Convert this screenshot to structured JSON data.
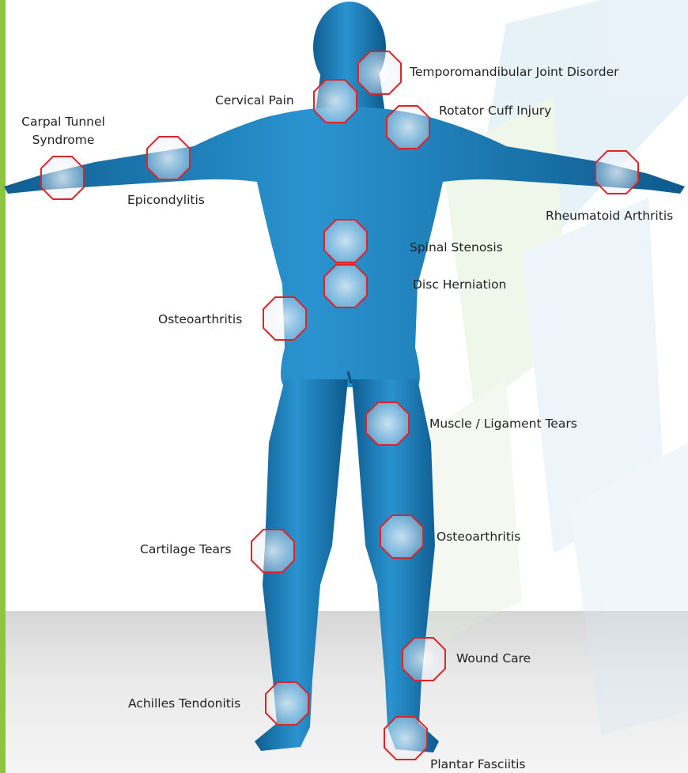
{
  "labels": {
    "tmj": "Temporomandibular Joint Disorder",
    "cervical": "Cervical Pain",
    "rotator": "Rotator Cuff Injury",
    "carpal_line1": "Carpal Tunnel",
    "carpal_line2": "Syndrome",
    "epicondylitis": "Epicondylitis",
    "rheumatoid": "Rheumatoid Arthritis",
    "spinal": "Spinal Stenosis",
    "disc": "Disc Herniation",
    "osteo_hip": "Osteoarthritis",
    "muscle": "Muscle / Ligament Tears",
    "osteo_knee": "Osteoarthritis",
    "cartilage": "Cartilage Tears",
    "wound": "Wound Care",
    "achilles": "Achilles Tendonitis",
    "plantar": "Plantar Fasciitis"
  },
  "colors": {
    "accent_bar": "#8cc63f",
    "body": "#1e7fb8",
    "marker_stroke": "#d9262b"
  },
  "icons": {
    "marker": "octagon-marker-icon",
    "figure": "human-body-icon"
  }
}
